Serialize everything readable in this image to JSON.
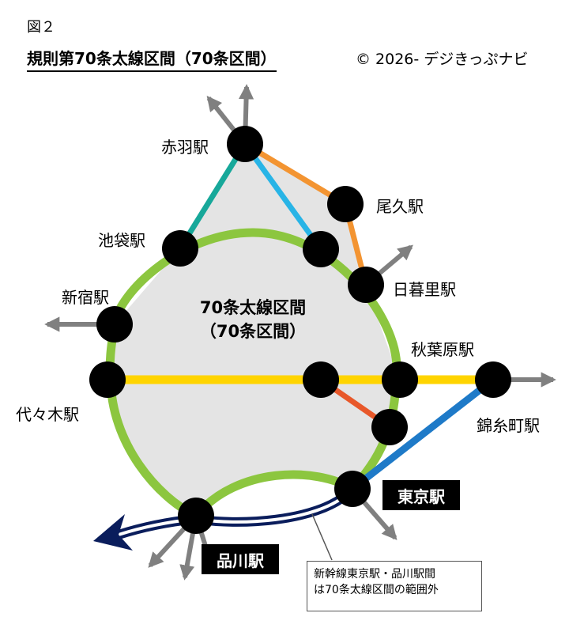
{
  "figure_label": "図２",
  "title": "規則第70条太線区間（70条区間）",
  "copyright": "© 2026- デジきっぷナビ",
  "center_label": {
    "line1": "70条太線区間",
    "line2": "（70条区間）"
  },
  "stations": {
    "akabane": "赤羽駅",
    "oku": "尾久駅",
    "ikebukuro": "池袋駅",
    "nippori": "日暮里駅",
    "shinjuku": "新宿駅",
    "akihabara": "秋葉原駅",
    "yoyogi": "代々木駅",
    "kinshicho": "錦糸町駅",
    "tokyo": "東京駅",
    "shinagawa": "品川駅"
  },
  "note": {
    "line1": "新幹線東京駅・品川駅間",
    "line2": "は70条太線区間の範囲外"
  },
  "colors": {
    "yamanote": "#8cc63f",
    "chuo": "#ffd400",
    "sobu": "#1e7ac8",
    "saikyo": "#17a89a",
    "keihin": "#28b4e6",
    "utsunomiya": "#f39431",
    "keiyo": "#e8582a",
    "shinkansen": "#0a1d5c",
    "area_fill": "#e4e4e4",
    "arrow_gray": "#808080",
    "station_dot": "#000000"
  }
}
